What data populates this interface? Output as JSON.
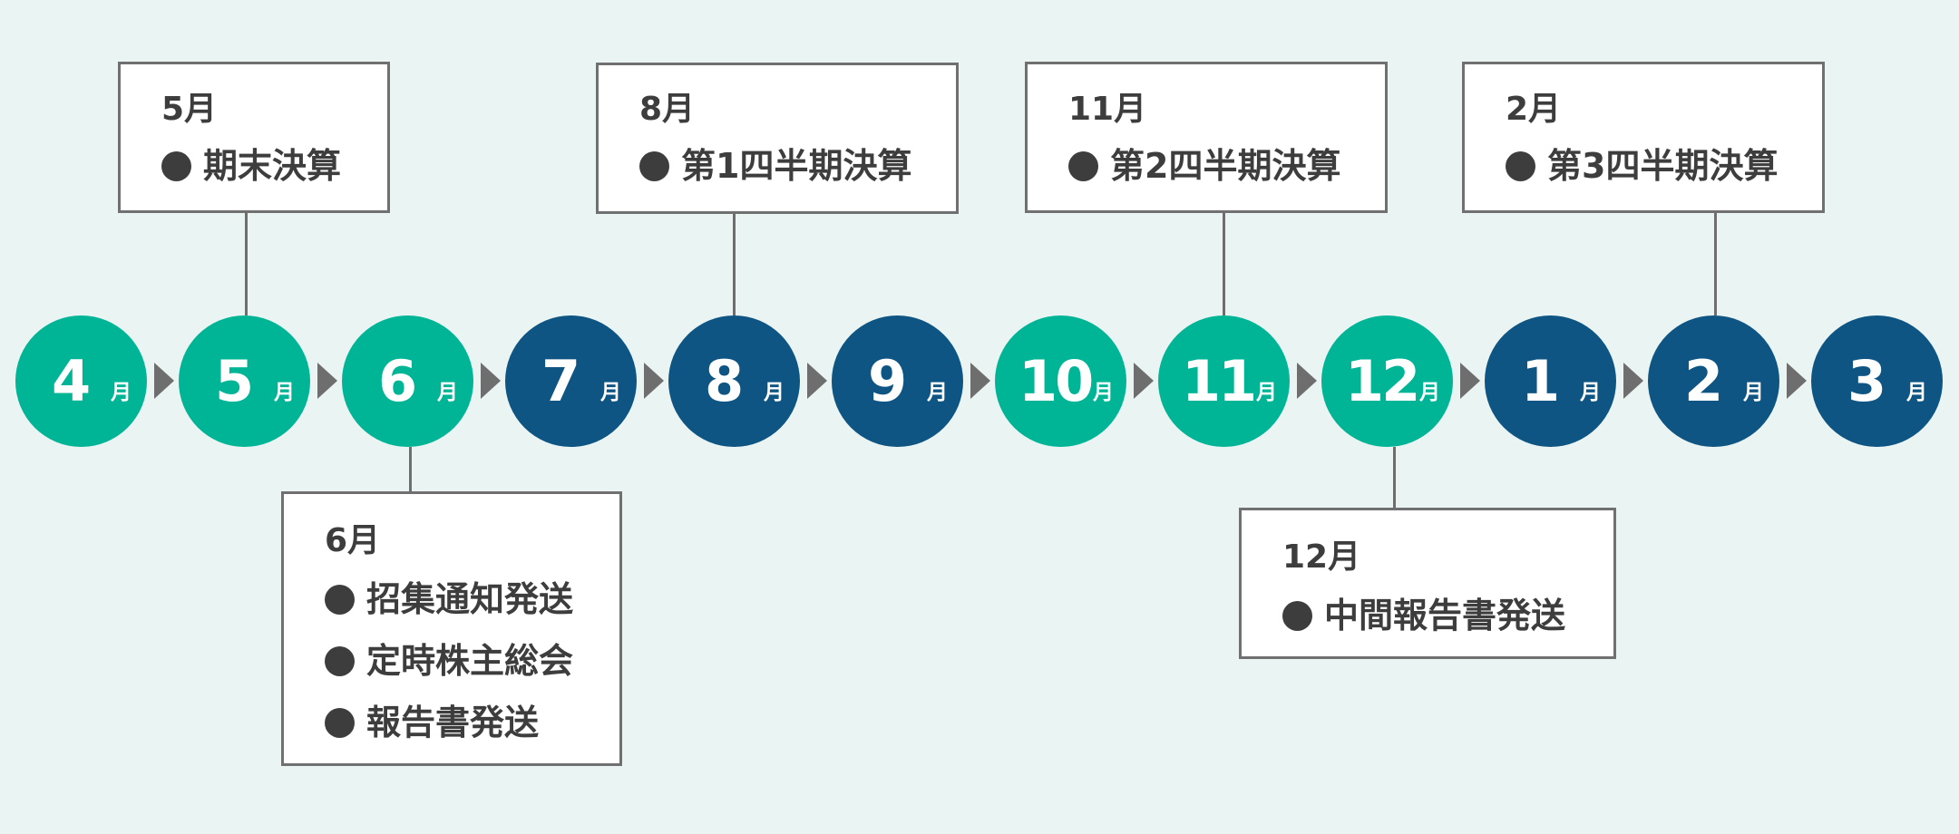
{
  "colors": {
    "background": "#eaf4f3",
    "teal": "#00b496",
    "navy": "#0e5583",
    "arrow": "#6e6e6e",
    "box_border": "#707070",
    "text": "#3d3d3d"
  },
  "timeline": {
    "unit_label": "月",
    "months": [
      {
        "number": "4",
        "color": "teal"
      },
      {
        "number": "5",
        "color": "teal"
      },
      {
        "number": "6",
        "color": "teal"
      },
      {
        "number": "7",
        "color": "navy"
      },
      {
        "number": "8",
        "color": "navy"
      },
      {
        "number": "9",
        "color": "navy"
      },
      {
        "number": "10",
        "color": "teal"
      },
      {
        "number": "11",
        "color": "teal"
      },
      {
        "number": "12",
        "color": "teal"
      },
      {
        "number": "1",
        "color": "navy"
      },
      {
        "number": "2",
        "color": "navy"
      },
      {
        "number": "3",
        "color": "navy"
      }
    ]
  },
  "events": [
    {
      "month_index": 1,
      "month_label": "5月",
      "items": [
        "期末決算"
      ]
    },
    {
      "month_index": 4,
      "month_label": "8月",
      "items": [
        "第1四半期決算"
      ]
    },
    {
      "month_index": 7,
      "month_label": "11月",
      "items": [
        "第2四半期決算"
      ]
    },
    {
      "month_index": 10,
      "month_label": "2月",
      "items": [
        "第3四半期決算"
      ]
    },
    {
      "month_index": 2,
      "month_label": "6月",
      "items": [
        "招集通知発送",
        "定時株主総会",
        "報告書発送"
      ]
    },
    {
      "month_index": 8,
      "month_label": "12月",
      "items": [
        "中間報告書発送"
      ]
    }
  ]
}
